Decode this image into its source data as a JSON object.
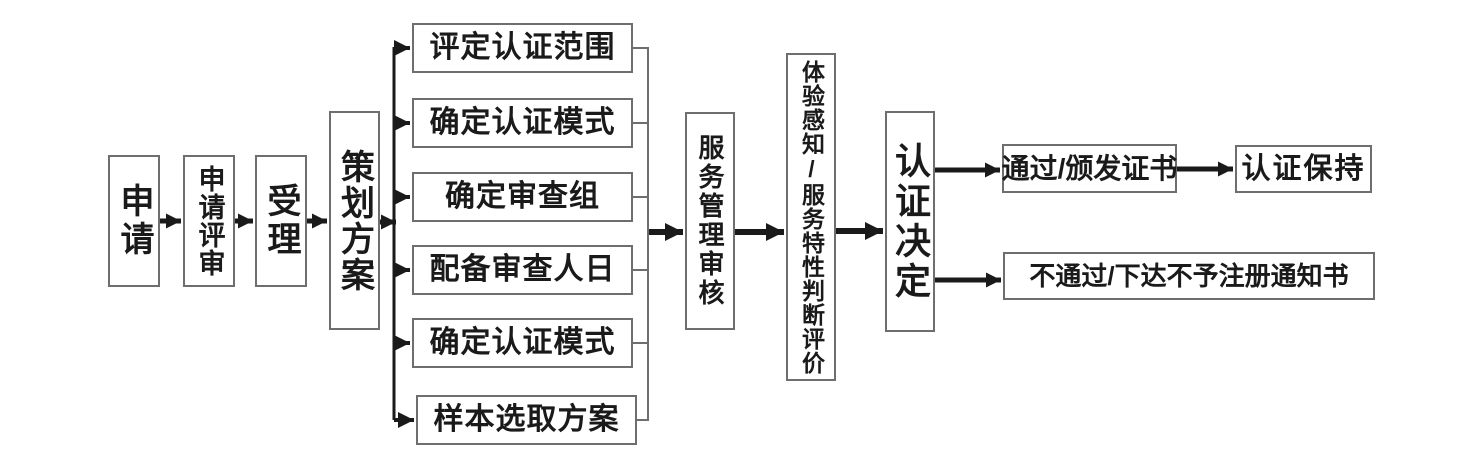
{
  "flowchart": {
    "main_flow": {
      "apply": "申请",
      "application_review": "申请评审",
      "acceptance": "受理",
      "planning_scheme": "策划方案",
      "service_management_audit": "服务管理审核",
      "experience_evaluation": "体验感知/服务特性判断评价",
      "certification_decision": "认证决定"
    },
    "planning_substeps": [
      "评定认证范围",
      "确定认证模式",
      "确定审查组",
      "配备审查人日",
      "确定认证模式",
      "样本选取方案"
    ],
    "outcomes": {
      "pass": "通过/颁发证书",
      "maintenance": "认证保持",
      "fail": "不通过/下达不予注册通知书"
    },
    "colors": {
      "box_border": "#6e6e6e",
      "arrow": "#1a1a1a",
      "text": "#1a1a1a",
      "background": "#ffffff"
    }
  }
}
